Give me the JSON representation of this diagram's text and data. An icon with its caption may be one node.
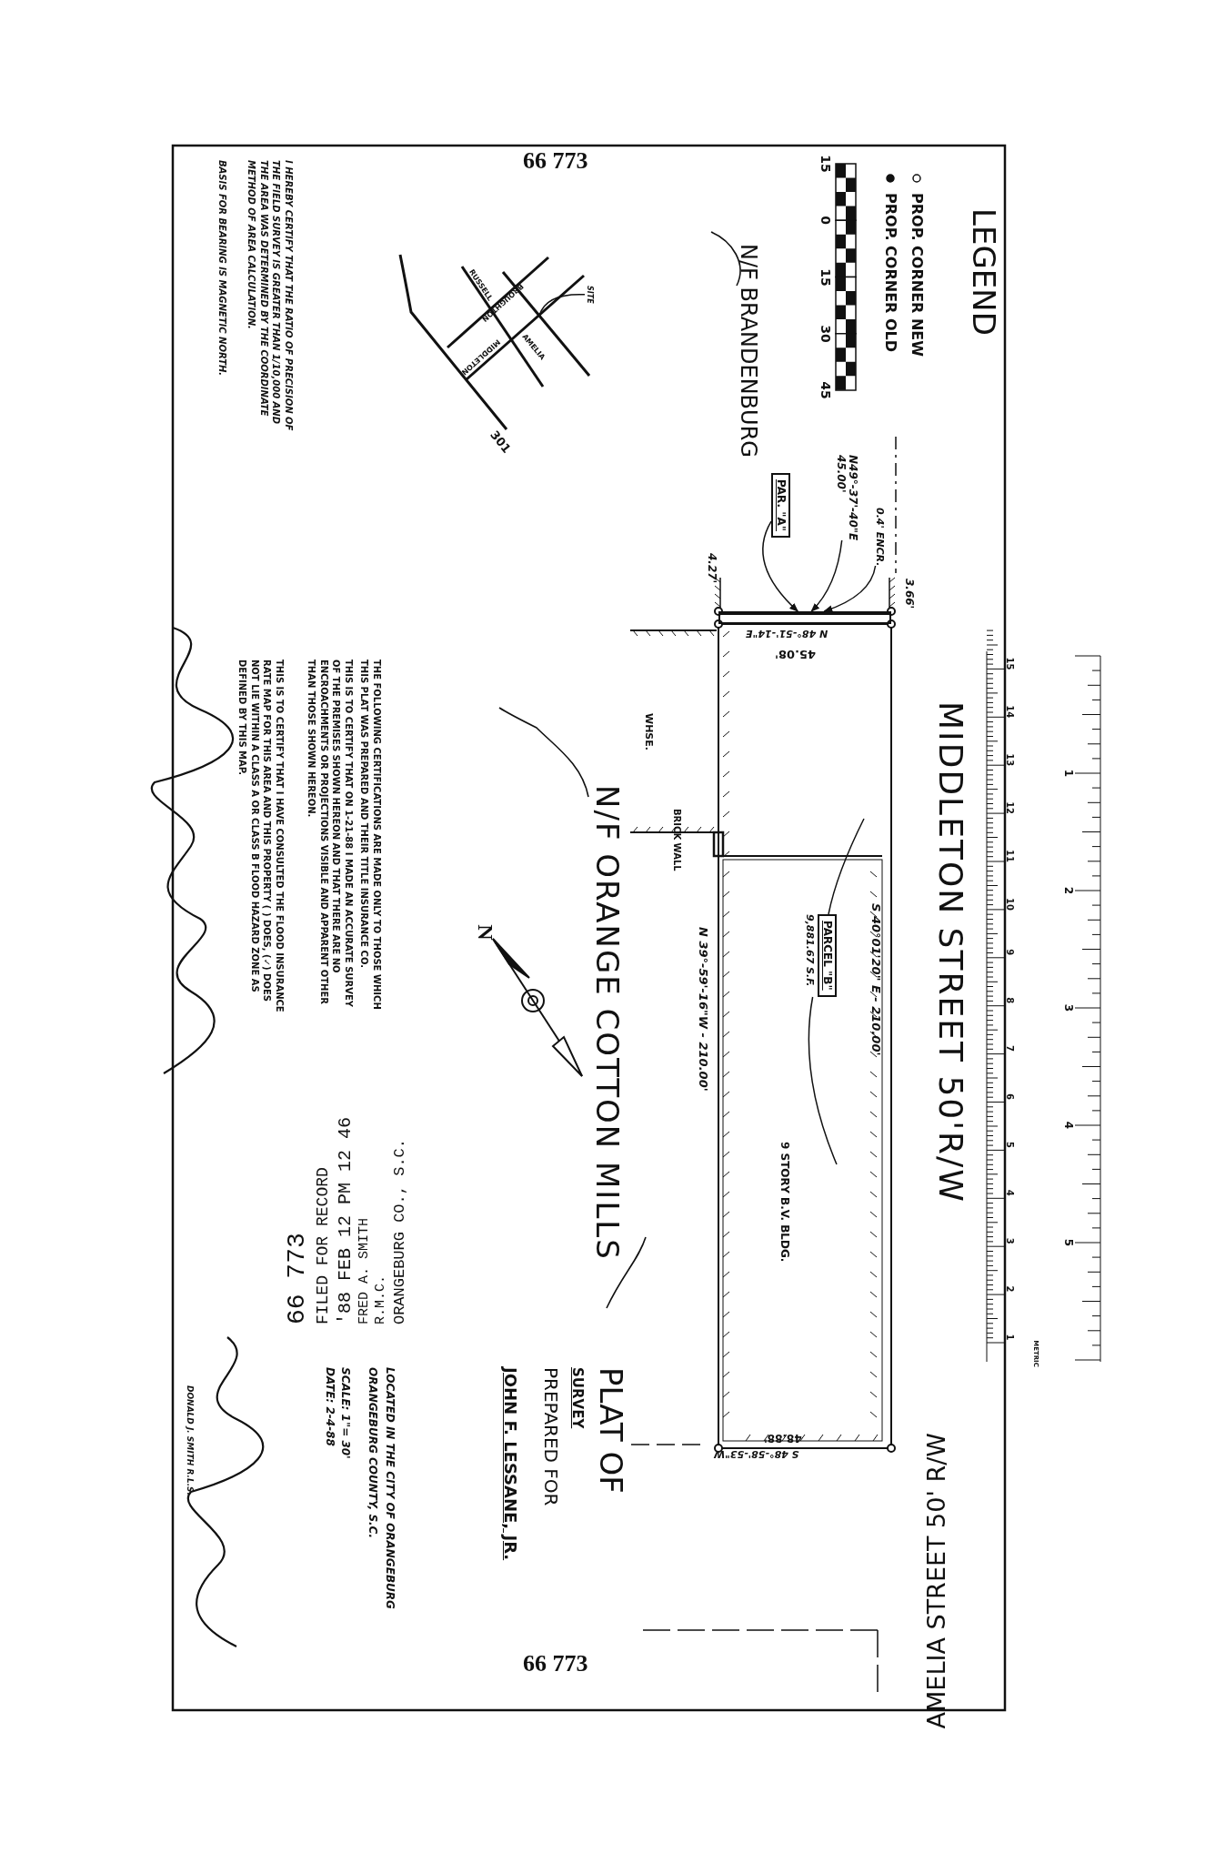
{
  "diagram": {
    "nodes": [
      {
        "text": [
          "PAR. \"A\""
        ]
      },
      {
        "text": [],
        "shape": "bar"
      },
      {
        "text": [
          "N49°-37'-40\"E",
          "45.00'"
        ]
      },
      {
        "text": [
          "0.4' ENCR."
        ]
      },
      {
        "text": [
          "PARCEL \"B\""
        ],
        "beside": [
          "9,881.67 S.F."
        ]
      },
      {
        "text": [
          "SITE"
        ]
      }
    ],
    "edges": [
      {
        "from": 0,
        "to": 1,
        "arrow": "to"
      },
      {
        "from": 2,
        "to": 1,
        "arrow": "to"
      },
      {
        "from": 3,
        "to": 1,
        "arrow": "to"
      },
      {
        "from": 4,
        "to": null,
        "arrow": "none"
      },
      {
        "from": 4,
        "to": null,
        "arrow": "none"
      },
      {
        "from": 5,
        "to": null,
        "arrow": "none"
      }
    ],
    "labels": [
      "LEGEND",
      "15",
      "0",
      "15",
      "30",
      "45",
      "66 773",
      "N/F BRANDENBURG",
      "3.66'",
      "4.27'",
      "N 48°-51'-14\"E",
      "45.08'",
      "WHSE.",
      "BRICK WALL",
      "MIDDLETON STREET 50'R/W",
      "S 40°01'20\" E - 210.00'",
      "N 39°-59'-16\"W - 210.00'",
      "9 STORY B.V. BLDG.",
      "N/F ORANGE COTTON MILLS",
      "N",
      "48.88'",
      "S 48°-58'-53\"W",
      "AMELIA STREET 50' R/W",
      "PLAT OF",
      "SURVEY",
      "PREPARED FOR",
      "JOHN F. LESSANE, JR.",
      "LOCATED IN THE CITY OF ORANGEBURG",
      "ORANGEBURG COUNTY, S.C.",
      "SCALE: 1\"= 30'",
      "DATE: 2-4-88",
      "DONALD J. SMITH R.L.S.",
      "I HEREBY CERTIFY THAT THE RATIO OF PRECISION OF THE FIELD SURVEY IS GREATER THAN 1/10,000 AND THE AREA WAS DETERMINED BY THE COORDINATE METHOD OF AREA CALCULATION.",
      "BASIS FOR BEARING IS MAGNETIC NORTH.",
      "THE FOLLOWING CERTIFICATIONS ARE MADE ONLY TO THOSE WHICH THIS PLAT WAS PREPARED AND THEIR TITLE INSURANCE CO.",
      "THIS IS TO CERTIFY THAT ON 1-21-88 I MADE AN ACCURATE SURVEY OF THE PREMISES SHOWN HEREON AND THAT THERE ARE NO ENCROACHMENTS OR PROJECTIONS VISIBLE AND APPARENT OTHER THAN THOSE SHOWN HEREON.",
      "THIS IS TO CERTIFY THAT I HAVE CONSULTED THE FLOOD INSURANCE RATE MAP FOR THIS AREA AND THIS PROPERTY ( ) DOES, (✓) DOES NOT LIE WITHIN A CLASS A OR CLASS B FLOOD HAZARD ZONE AS DEFINED BY THIS MAP.",
      "66 773",
      "FILED FOR RECORD",
      "'88 FEB 12 PM 12 46",
      "FRED A. SMITH",
      "R.M.C.",
      "ORANGEBURG CO., S.C.",
      "66 773",
      "RUSSELL",
      "BROUGHTON",
      "MIDDLETON",
      "AMELIA",
      "301",
      "METRIC",
      "15",
      "14",
      "13",
      "12",
      "11",
      "10",
      "9",
      "8",
      "7",
      "6",
      "5",
      "4",
      "3",
      "2",
      "1",
      "1",
      "2",
      "3",
      "4",
      "5"
    ],
    "legend": [
      {
        "text": "PROP. CORNER NEW"
      },
      {
        "text": "PROP. CORNER OLD"
      }
    ]
  }
}
